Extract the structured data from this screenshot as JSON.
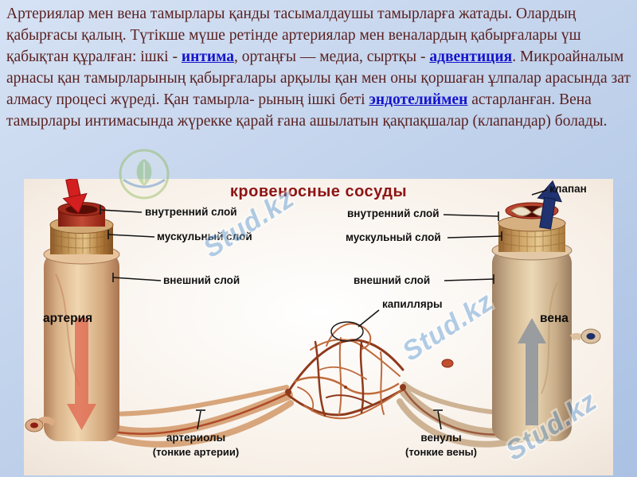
{
  "colors": {
    "slide_background": "#c2d3ec",
    "body_text": "#5a2121",
    "hyperlink": "#1515cc",
    "diagram_title_color": "#8d1515",
    "artery_arrow_red": "#d31f1f",
    "vein_arrow_navy": "#203270"
  },
  "intro": {
    "seg1": "Артериялар мен вена тамырлары қанды тасымалдаушы тамырларға жатады. Олардың қабырғасы қалың. Түтікше мүше ретінде артериялар мен веналардың қабырғалары үш қабықтан құралған: ішкі - ",
    "link_intima": "интима",
    "seg2": ", ортаңғы — медиа, сыртқы - ",
    "link_adventitia": "адвентиция",
    "seg3": ". Микроайналым арнасы қан тамырларының қабырғалары арқылы қан мен оны қоршаған ұлпалар арасында зат алмасу процесі жүреді. Қан тамырла- рының ішкі беті ",
    "link_endothelium": "эндотелиймен",
    "seg4": " астарланған. Вена тамырлары интимасында жүрекке қарай ғана ашылатын қақпақшалар (клапандар) болады."
  },
  "diagram": {
    "title": "кровеносные сосуды",
    "left": {
      "inner": "внутренний слой",
      "muscular": "мускульный слой",
      "outer": "внешний слой",
      "vessel": "артерия"
    },
    "right": {
      "valve": "клапан",
      "inner": "внутренний слой",
      "muscular": "мускульный слой",
      "outer": "внешний слой",
      "capillaries": "капилляры",
      "vessel": "вена"
    },
    "bottom": {
      "arterioles": "артериолы",
      "arterioles_sub": "(тонкие артерии)",
      "venules": "венулы",
      "venules_sub": "(тонкие вены)"
    },
    "watermark": "Stud.kz"
  }
}
